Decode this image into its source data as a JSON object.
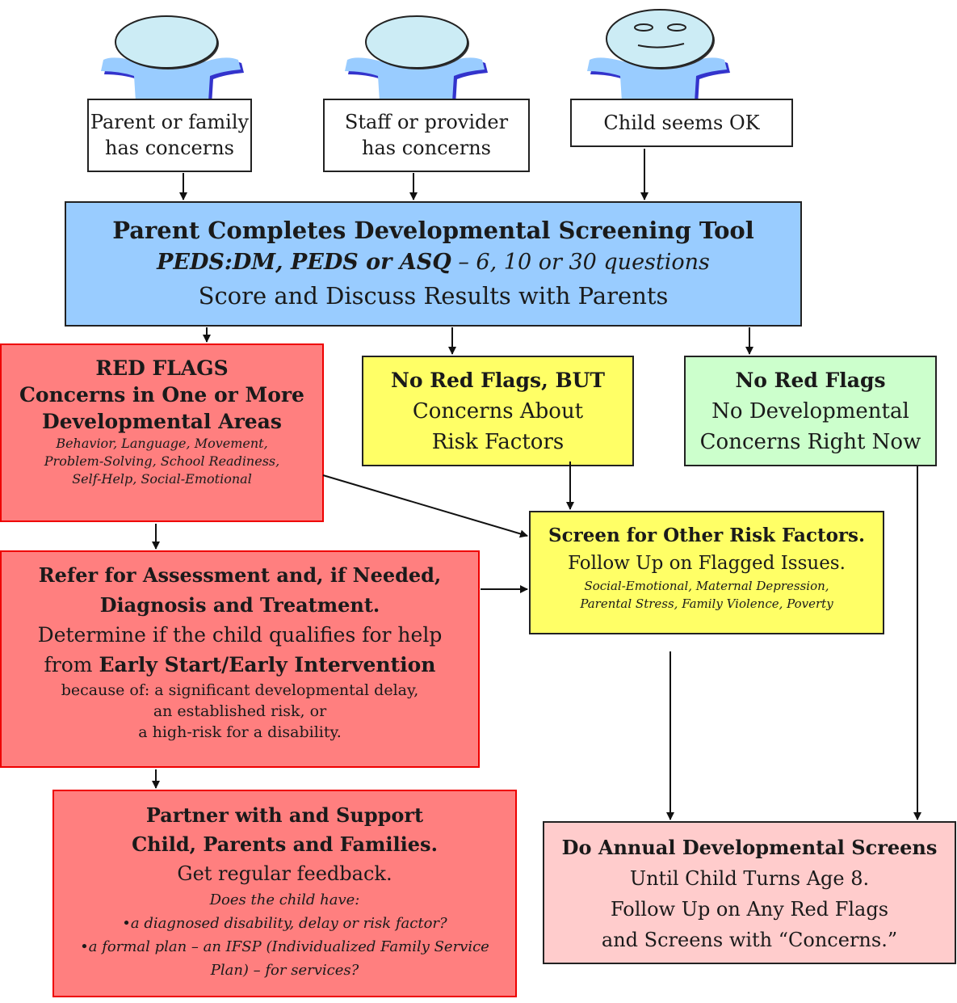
{
  "people": {
    "parent": {
      "label_line1": "Parent or family",
      "label_line2": "has concerns"
    },
    "staff": {
      "label_line1": "Staff or provider",
      "label_line2": "has concerns"
    },
    "child": {
      "label": "Child seems OK"
    }
  },
  "screening": {
    "title": "Parent Completes Developmental Screening Tool",
    "tools_bold": "PEDS:DM, PEDS or ASQ",
    "tools_rest": " – 6, 10 or 30 questions",
    "score": "Score and Discuss Results with Parents"
  },
  "red_flags": {
    "title": "RED FLAGS",
    "subtitle1": "Concerns in One or More",
    "subtitle2": "Developmental Areas",
    "areas1": "Behavior, Language, Movement,",
    "areas2": "Problem-Solving, School Readiness,",
    "areas3": "Self-Help, Social-Emotional"
  },
  "no_red_flags_but": {
    "title": "No Red Flags, BUT",
    "line1": "Concerns About",
    "line2": "Risk Factors"
  },
  "no_red_flags": {
    "title": "No Red Flags",
    "line1": "No Developmental",
    "line2": "Concerns Right Now"
  },
  "screen_other": {
    "title": "Screen for Other Risk Factors.",
    "line1": "Follow Up on Flagged Issues.",
    "detail1": "Social-Emotional, Maternal Depression,",
    "detail2": "Parental Stress, Family Violence, Poverty"
  },
  "refer": {
    "title1": "Refer for Assessment and, if  Needed,",
    "title2": "Diagnosis and Treatment.",
    "line1": "Determine if  the child qualifies for help",
    "line2_pre": "from ",
    "line2_bold": "Early Start/Early Intervention",
    "line3": "because of: a significant developmental delay,",
    "line4": "an established risk, or",
    "line5": "a high-risk for a disability."
  },
  "partner": {
    "title1": "Partner with and Support",
    "title2": "Child, Parents and Families.",
    "line1": "Get regular feedback.",
    "q": "Does the child have:",
    "bullet1": "•a diagnosed disability, delay or risk factor?",
    "bullet2": "•a formal plan – an IFSP (Individualized Family Service",
    "bullet2b": "Plan) – for services?"
  },
  "annual": {
    "title": "Do Annual Developmental Screens",
    "line1": "Until Child Turns Age 8.",
    "line2": "Follow Up on Any Red Flags",
    "line3": "and Screens with “Concerns.”"
  },
  "colors": {
    "blue": "#99ccff",
    "red": "#ff7f7f",
    "yellow": "#ffff66",
    "green": "#ccffcc",
    "pink": "#ffcccc",
    "figure": "#99ccff"
  }
}
